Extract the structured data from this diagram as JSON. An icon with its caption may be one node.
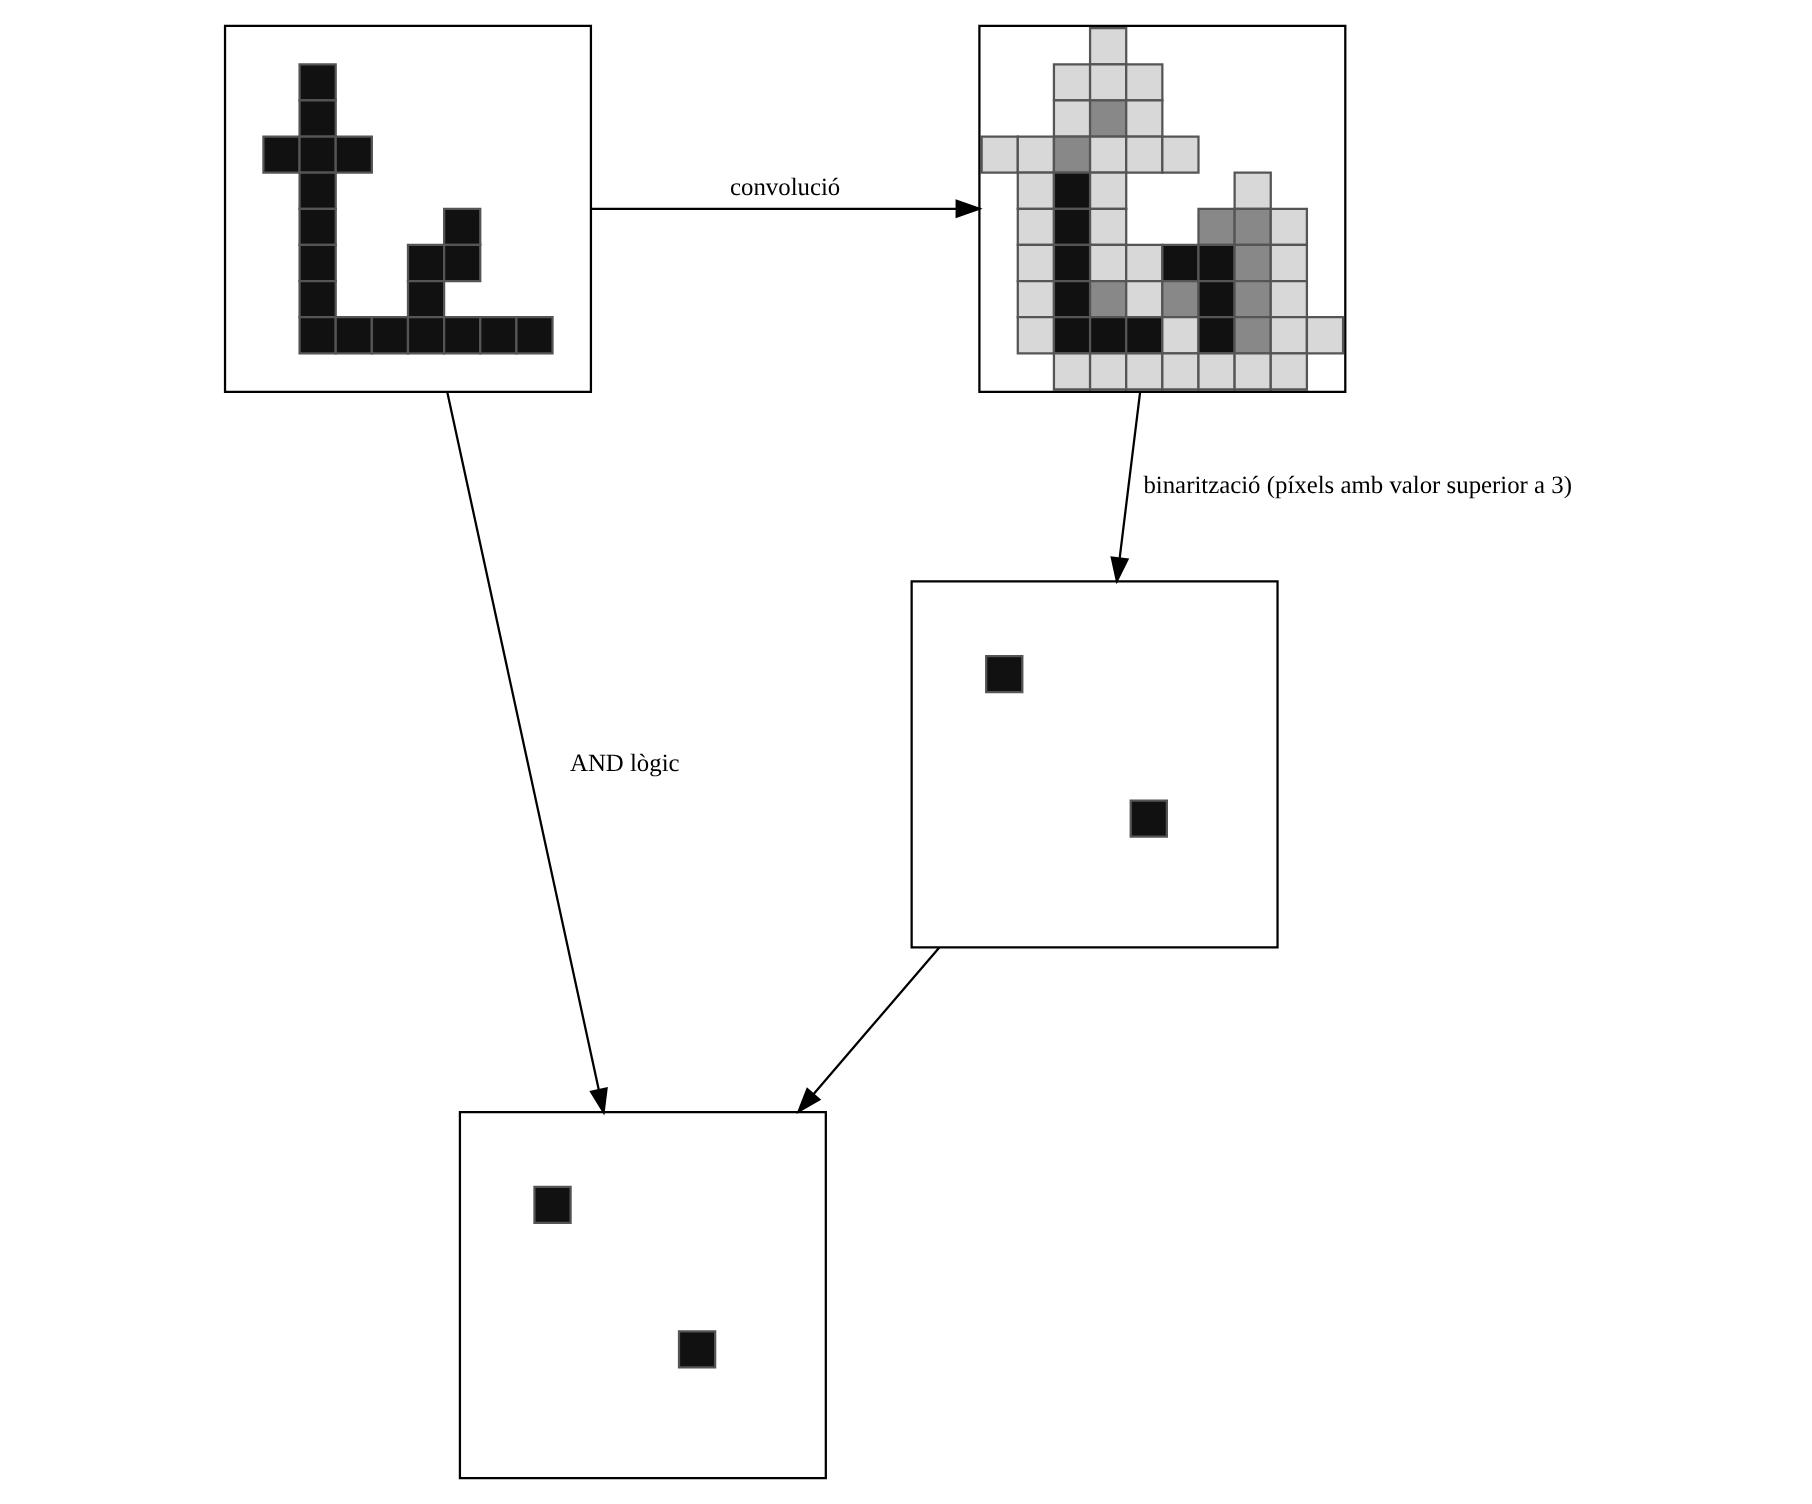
{
  "diagram": {
    "nodes": [
      {
        "text": [],
        "shape": "picture"
      },
      {
        "text": [],
        "shape": "picture"
      },
      {
        "text": [],
        "shape": "picture"
      },
      {
        "text": [],
        "shape": "picture"
      }
    ],
    "edges": [
      {
        "from": 0,
        "to": 1,
        "arrow": "to",
        "label": "convolució"
      },
      {
        "from": 1,
        "to": 2,
        "arrow": "to",
        "label": "binarització (píxels amb valor superior a 3)"
      },
      {
        "from": 0,
        "to": 3,
        "arrow": "to",
        "label": "AND lògic"
      },
      {
        "from": 2,
        "to": 3,
        "arrow": "to"
      }
    ]
  }
}
